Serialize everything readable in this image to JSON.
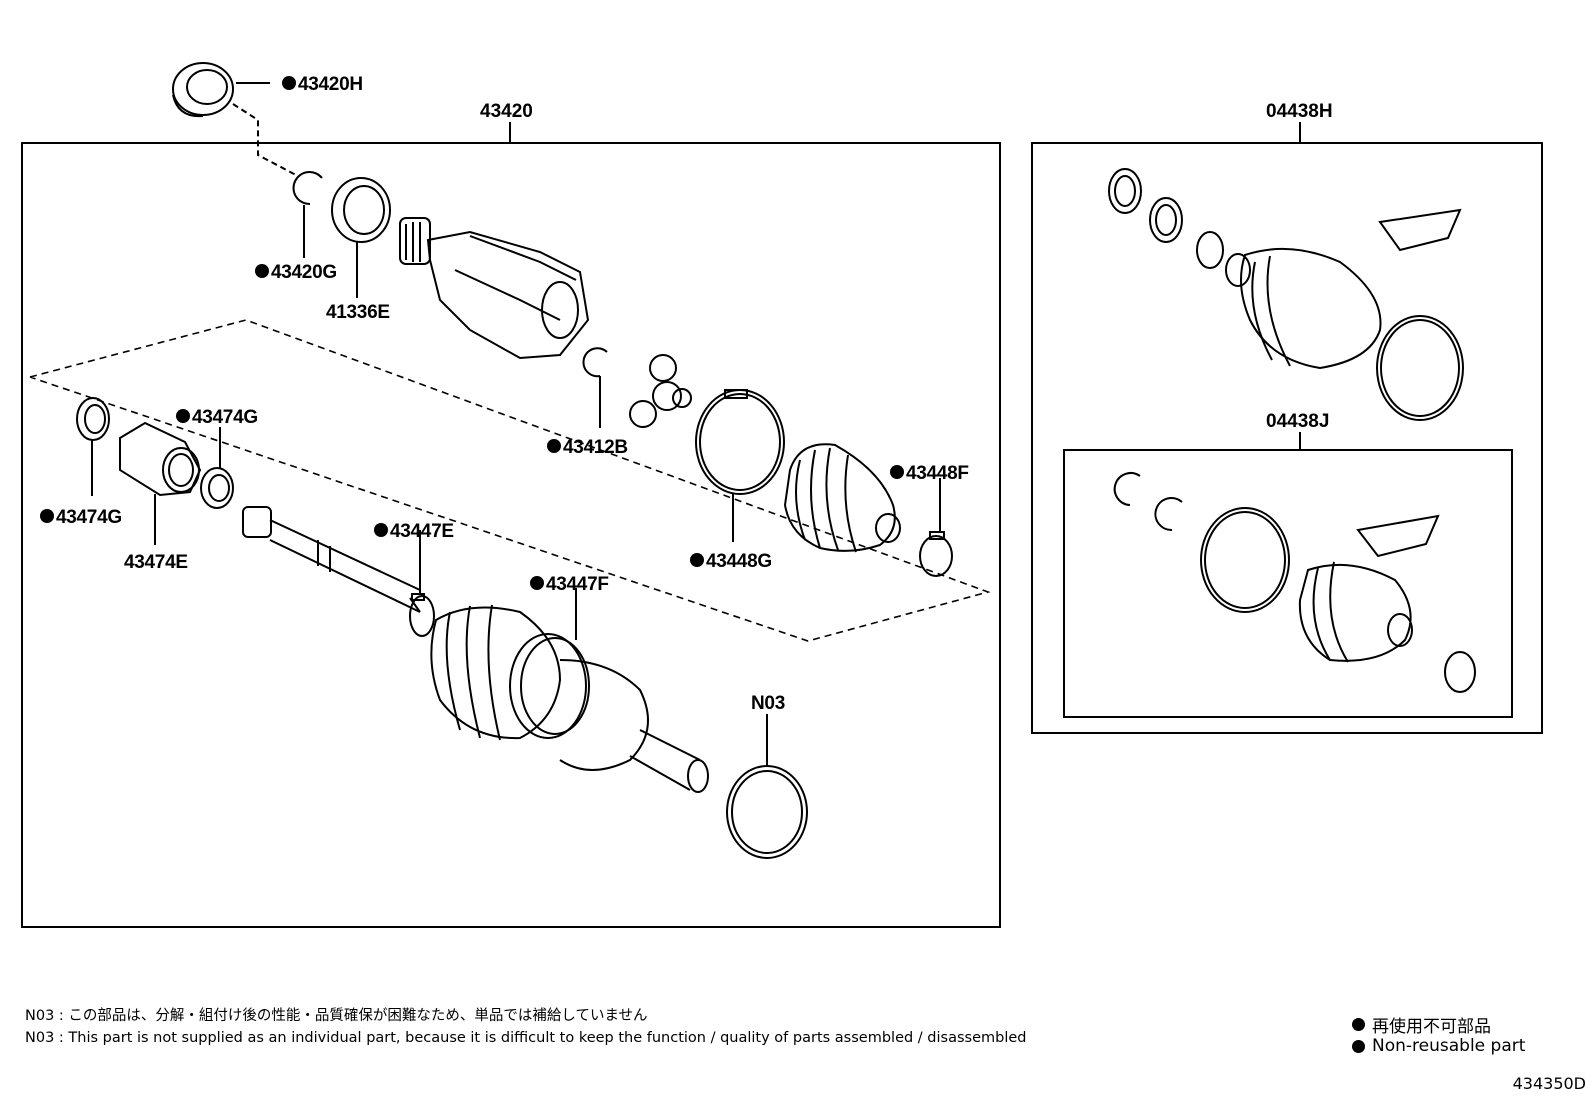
{
  "labels": {
    "p43420": "43420",
    "p43420H": "43420H",
    "p43420G": "43420G",
    "p41336E": "41336E",
    "p43412B": "43412B",
    "p43448F": "43448F",
    "p43448G": "43448G",
    "p43447E": "43447E",
    "p43447F": "43447F",
    "p43474G_top": "43474G",
    "p43474G_left": "43474G",
    "p43474E": "43474E",
    "pN03": "N03",
    "p04438H": "04438H",
    "p04438J": "04438J"
  },
  "notes": {
    "jp": "N03 : この部品は、分解・組付け後の性能・品質確保が困難なため、単品では補給していません",
    "en": "N03 : This part is not supplied as an individual part, because it is difficult to keep the function / quality of parts  assembled / disassembled"
  },
  "legend": {
    "jp": "再使用不可部品",
    "en": "Non-reusable part"
  },
  "diagram_code": "434350D",
  "non_reusable_marker": "filled-circle-icon"
}
